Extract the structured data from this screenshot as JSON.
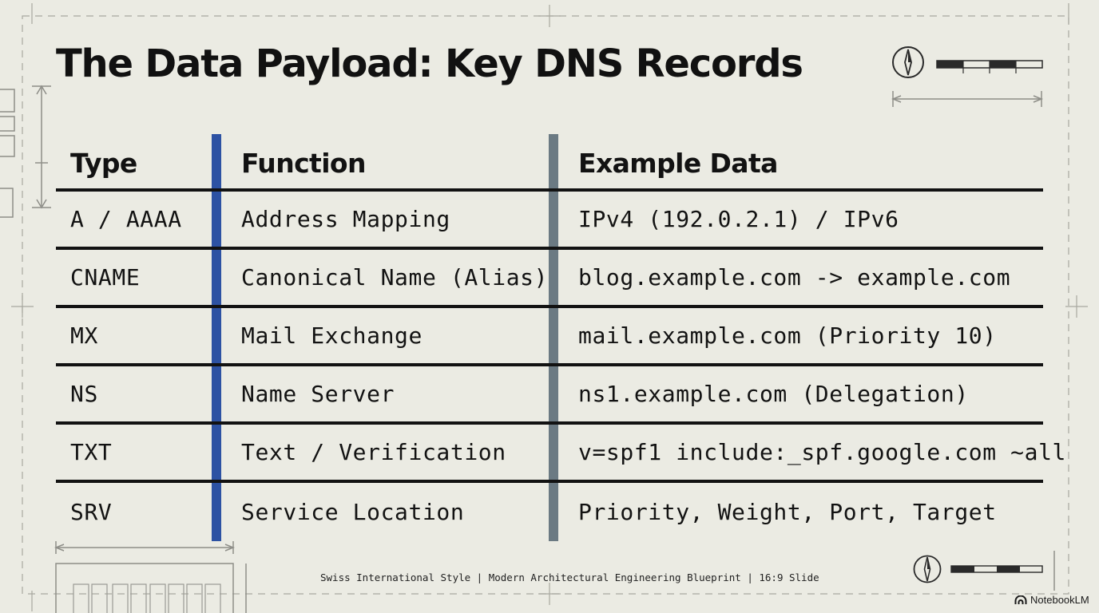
{
  "slide": {
    "title": "The Data Payload: Key DNS Records",
    "footer": "Swiss International Style | Modern Architectural Engineering Blueprint | 16:9 Slide"
  },
  "table": {
    "headers": [
      "Type",
      "Function",
      "Example Data"
    ],
    "rows": [
      [
        "A / AAAA",
        "Address Mapping",
        "IPv4 (192.0.2.1) / IPv6"
      ],
      [
        "CNAME",
        "Canonical Name (Alias)",
        "blog.example.com -> example.com"
      ],
      [
        "MX",
        "Mail Exchange",
        "mail.example.com (Priority 10)"
      ],
      [
        "NS",
        "Name Server",
        "ns1.example.com (Delegation)"
      ],
      [
        "TXT",
        "Text / Verification",
        "v=spf1 include:_spf.google.com ~all"
      ],
      [
        "SRV",
        "Service Location",
        "Priority, Weight, Port, Target"
      ]
    ]
  },
  "branding": {
    "label": "NotebookLM",
    "icon": "notebooklm-logo-icon"
  },
  "colors": {
    "background": "#ebebe3",
    "accent_blue": "#2d52a3",
    "accent_gray": "#6b7a83",
    "ink": "#121212"
  }
}
